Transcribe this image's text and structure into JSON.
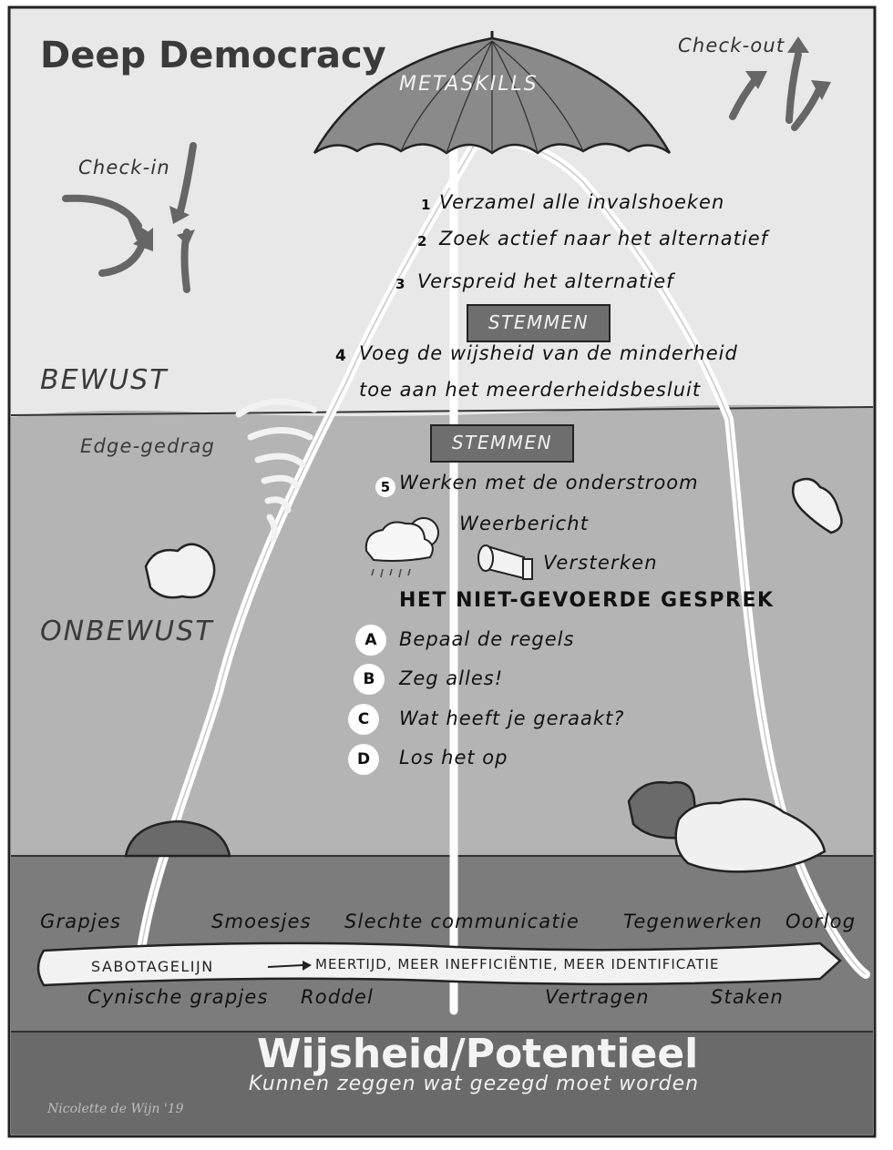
{
  "title": "Deep Democracy",
  "metaskills": "METASKILLS",
  "check_in": "Check-in",
  "check_out": "Check-out",
  "zones": {
    "conscious": "BEWUST",
    "unconscious": "ONBEWUST",
    "edge": "Edge-gedrag"
  },
  "steps": [
    {
      "num": "1",
      "text": "Verzamel alle invalshoeken"
    },
    {
      "num": "2",
      "text": "Zoek actief naar het alternatief"
    },
    {
      "num": "3",
      "text": "Verspreid het alternatief"
    },
    {
      "num": "4",
      "text": "Voeg de wijsheid van de minderheid",
      "text2": "toe aan het meerderheidsbesluit"
    },
    {
      "num": "5",
      "text": "Werken met de onderstroom"
    }
  ],
  "vote_label": "STEMMEN",
  "vote_label_2": "STEMMEN",
  "weather": "Weerbericht",
  "amplify": "Versterken",
  "conversation": {
    "title": "HET NIET-GEVOERDE GESPREK",
    "items": [
      {
        "letter": "A",
        "text": "Bepaal de regels"
      },
      {
        "letter": "B",
        "text": "Zeg alles!"
      },
      {
        "letter": "C",
        "text": "Wat heeft je geraakt?"
      },
      {
        "letter": "D",
        "text": "Los het op"
      }
    ]
  },
  "sabotage": {
    "above": [
      "Grapjes",
      "Smoesjes",
      "Slechte communicatie",
      "Tegenwerken",
      "Oorlog"
    ],
    "line_left": "SABOTAGELIJN",
    "line_right": "MEERTIJD, MEER INEFFICIËNTIE, MEER IDENTIFICATIE",
    "below": [
      "Cynische grapjes",
      "Roddel",
      "Vertragen",
      "Staken"
    ]
  },
  "foundation": {
    "title": "Wijsheid/Potentieel",
    "subtitle": "Kunnen zeggen wat gezegd moet worden"
  },
  "signature": "Nicolette de Wijn '19"
}
